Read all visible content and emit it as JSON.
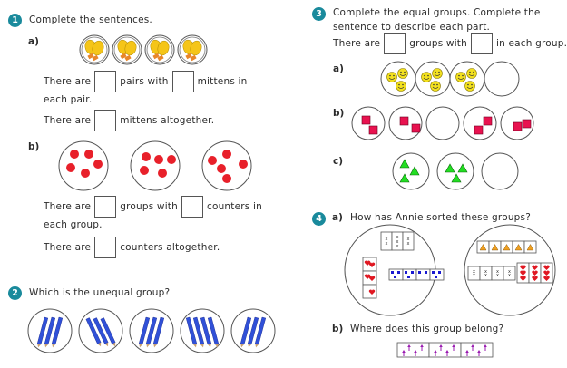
{
  "q1": {
    "number": "1",
    "title": "Complete the sentences.",
    "a": {
      "label": "a)",
      "picture": {
        "groups": 4,
        "item": "mitten-pair",
        "items_per_group": 2
      },
      "line1": {
        "before": "There are",
        "middle": "pairs with",
        "after": "mittens in"
      },
      "line1_cont": "each pair.",
      "line2": {
        "before": "There are",
        "after": "mittens altogether."
      }
    },
    "b": {
      "label": "b)",
      "picture": {
        "groups": 3,
        "item": "red-counter",
        "items_per_group": 5
      },
      "line1": {
        "before": "There are",
        "middle": "groups with",
        "after": "counters in"
      },
      "line1_cont": "each group.",
      "line2": {
        "before": "There are",
        "after": "counters altogether."
      }
    }
  },
  "q2": {
    "number": "2",
    "title": "Which is the unequal group?",
    "groups": [
      3,
      3,
      3,
      4,
      3
    ],
    "item": "blue-pencil"
  },
  "q3": {
    "number": "3",
    "title_line1": "Complete the equal groups. Complete the",
    "title_line2": "sentence to describe each part.",
    "sentence": {
      "before": "There are",
      "middle": "groups with",
      "after": "in each group."
    },
    "a": {
      "label": "a)",
      "item": "smiley-face",
      "groups": [
        3,
        3,
        3,
        0
      ]
    },
    "b": {
      "label": "b)",
      "item": "pink-square",
      "groups": [
        2,
        2,
        0,
        2,
        2
      ]
    },
    "c": {
      "label": "c)",
      "item": "green-triangle",
      "groups": [
        3,
        3,
        0
      ]
    }
  },
  "q4": {
    "number": "4",
    "a": {
      "label": "a)",
      "question": "How has Annie sorted these groups?",
      "left_set": {
        "x_cards": [
          2,
          3,
          2
        ],
        "heart_cards": [
          2,
          2,
          1
        ],
        "blue_square_cards": [
          3,
          3,
          2,
          3
        ]
      },
      "right_set": {
        "triangle_cards": [
          1,
          1,
          1,
          1,
          1
        ],
        "x_cards": [
          2,
          2,
          2,
          2
        ],
        "heart_cards": [
          3,
          3,
          3
        ]
      }
    },
    "b": {
      "label": "b)",
      "question": "Where does this group belong?",
      "arrow_cards": [
        4,
        4,
        4
      ]
    }
  },
  "colors": {
    "badge": "#1a8a9c",
    "counter_red": "#e8202a",
    "pencil_blue": "#3050d8",
    "mitten_yellow": "#f5c518",
    "mitten_cuff": "#e8862a",
    "smiley_yellow": "#f2e01e",
    "square_pink": "#e8124f",
    "triangle_green": "#22dd22",
    "triangle_orange": "#f0a020",
    "heart_red": "#e01822",
    "square_blue": "#1a1ad0",
    "arrow_purple": "#9a1ab0"
  }
}
